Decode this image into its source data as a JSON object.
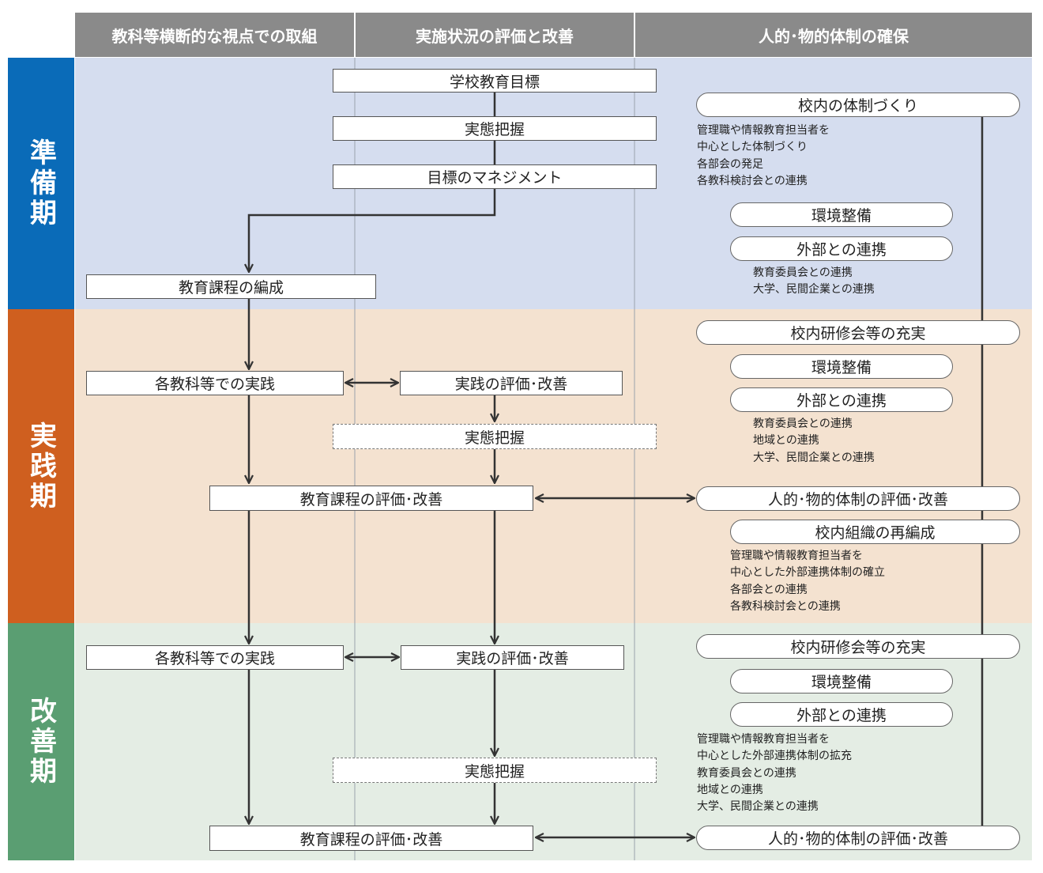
{
  "headers": {
    "col1": "教科等横断的な視点での取組",
    "col2": "実施状況の評価と改善",
    "col3": "人的･物的体制の確保"
  },
  "phases": {
    "prep": "準備期",
    "practice": "実践期",
    "improve": "改善期"
  },
  "colors": {
    "prep_label": "#0a6bb8",
    "practice_label": "#cf5f1f",
    "improve_label": "#5a9e72",
    "prep_bg": "#d5ddef",
    "practice_bg": "#f4e2d0",
    "improve_bg": "#e4ede4",
    "header": "#8a8a8a"
  },
  "prep": {
    "goal": "学校教育目標",
    "assess": "実態把握",
    "goal_mgmt": "目標のマネジメント",
    "curriculum": "教育課程の編成",
    "system_pill": "校内の体制づくり",
    "system_notes": [
      "管理職や情報教育担当者を",
      "中心とした体制づくり",
      "各部会の発足",
      "各教科検討会との連携"
    ],
    "env_pill": "環境整備",
    "ext_pill": "外部との連携",
    "ext_notes": [
      "教育委員会との連携",
      "大学、民間企業との連携"
    ]
  },
  "practice": {
    "subject_practice": "各教科等での実践",
    "practice_eval": "実践の評価･改善",
    "assess": "実態把握",
    "curriculum_eval": "教育課程の評価･改善",
    "training_pill": "校内研修会等の充実",
    "env_pill": "環境整備",
    "ext_pill": "外部との連携",
    "ext_notes": [
      "教育委員会との連携",
      "地域との連携",
      "大学、民間企業との連携"
    ],
    "system_eval_pill": "人的･物的体制の評価･改善",
    "reorg_pill": "校内組織の再編成",
    "reorg_notes": [
      "管理職や情報教育担当者を",
      "中心とした外部連携体制の確立",
      "各部会との連携",
      "各教科検討会との連携"
    ]
  },
  "improve": {
    "subject_practice": "各教科等での実践",
    "practice_eval": "実践の評価･改善",
    "assess": "実態把握",
    "curriculum_eval": "教育課程の評価･改善",
    "training_pill": "校内研修会等の充実",
    "env_pill": "環境整備",
    "ext_pill": "外部との連携",
    "ext_notes": [
      "管理職や情報教育担当者を",
      "中心とした外部連携体制の拡充",
      "教育委員会との連携",
      "地域との連携",
      "大学、民間企業との連携"
    ],
    "system_eval_pill": "人的･物的体制の評価･改善"
  }
}
